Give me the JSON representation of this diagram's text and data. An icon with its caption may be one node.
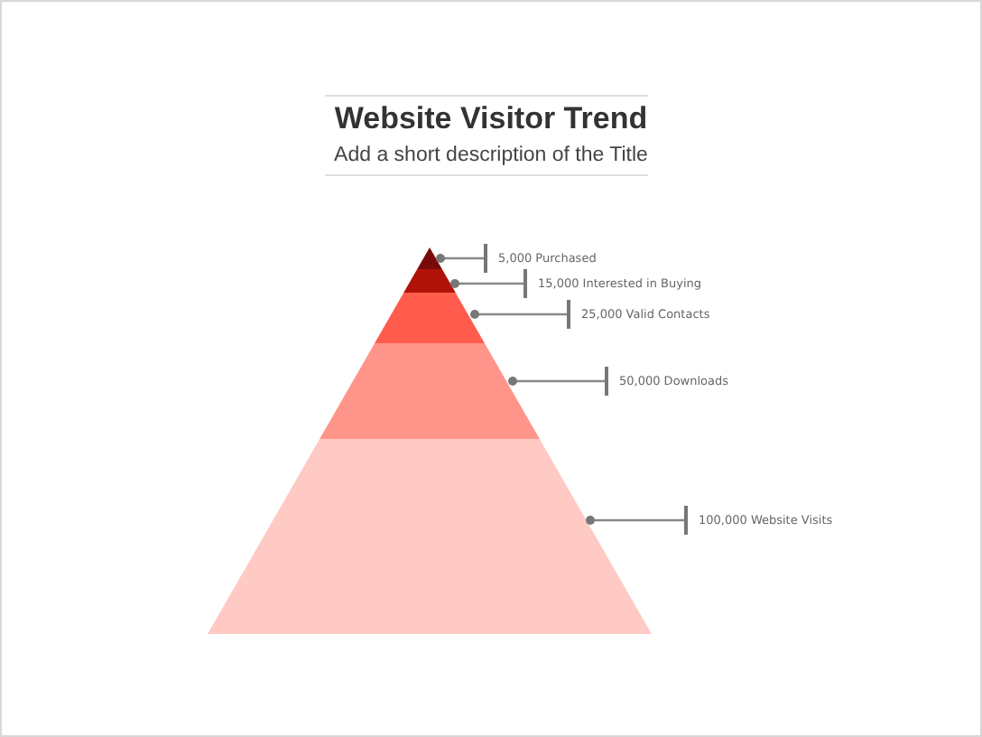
{
  "diagram": {
    "title": "Website Visitor Trend",
    "caption": "Add a short description of the Title",
    "nodes": [
      {
        "text": [],
        "shape": "triangle"
      },
      {
        "text": [],
        "shape": "trapezoid"
      },
      {
        "text": [],
        "shape": "trapezoid"
      },
      {
        "text": [],
        "shape": "trapezoid"
      },
      {
        "text": [],
        "shape": "trapezoid"
      },
      {
        "text": [
          "5,000 Purchased"
        ]
      },
      {
        "text": [
          "15,000 Interested in Buying"
        ]
      },
      {
        "text": [
          "25,000 Valid Contacts"
        ]
      },
      {
        "text": [
          "50,000 Downloads"
        ]
      },
      {
        "text": [
          "100,000 Website Visits"
        ]
      }
    ],
    "edges": [
      {
        "from": 5,
        "to": 0,
        "arrow": "other"
      },
      {
        "from": 6,
        "to": 1,
        "arrow": "other"
      },
      {
        "from": 7,
        "to": 2,
        "arrow": "other"
      },
      {
        "from": 8,
        "to": 3,
        "arrow": "other"
      },
      {
        "from": 9,
        "to": 4,
        "arrow": "other"
      }
    ]
  }
}
